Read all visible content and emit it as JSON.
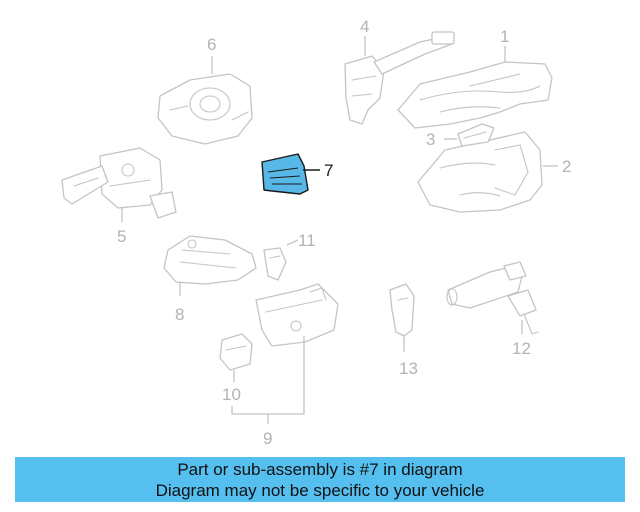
{
  "diagram": {
    "highlighted_part": "7",
    "highlight_color": "#57b8e8",
    "callouts": {
      "c1": "1",
      "c2": "2",
      "c3": "3",
      "c4": "4",
      "c5": "5",
      "c6": "6",
      "c7": "7",
      "c8": "8",
      "c9": "9",
      "c10": "10",
      "c11": "11",
      "c12": "12",
      "c13": "13"
    }
  },
  "banner": {
    "line1": "Part or sub-assembly is #7 in diagram",
    "line2": "Diagram may not be specific to your vehicle",
    "background": "#55bff0"
  }
}
